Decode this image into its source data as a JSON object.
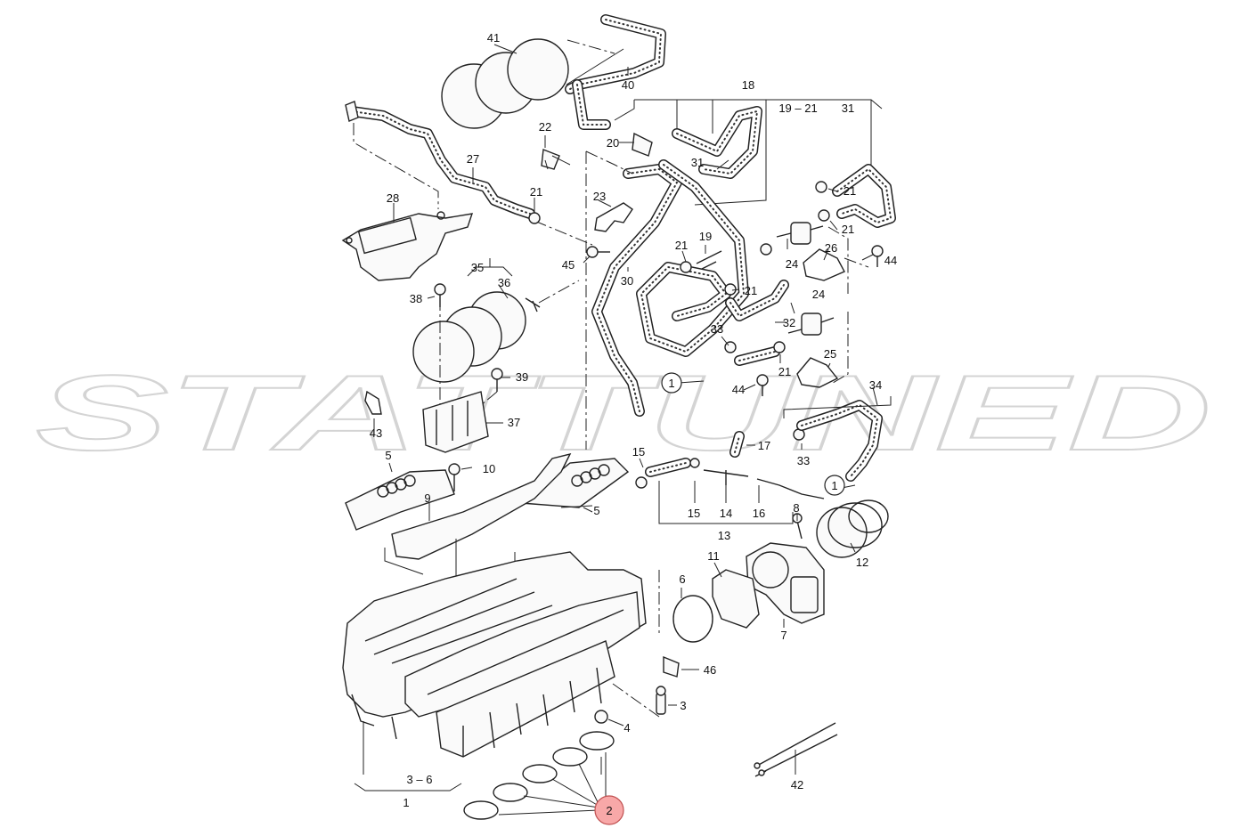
{
  "watermark": "STATTUNED",
  "callouts": [
    {
      "id": "c41",
      "text": "41"
    },
    {
      "id": "c40",
      "text": "40"
    },
    {
      "id": "c18",
      "text": "18"
    },
    {
      "id": "c19_21",
      "text": "19 – 21"
    },
    {
      "id": "c31a",
      "text": "31"
    },
    {
      "id": "c22",
      "text": "22"
    },
    {
      "id": "c20",
      "text": "20"
    },
    {
      "id": "c31b",
      "text": "31"
    },
    {
      "id": "c27",
      "text": "27"
    },
    {
      "id": "c28",
      "text": "28"
    },
    {
      "id": "c21a",
      "text": "21"
    },
    {
      "id": "c23",
      "text": "23"
    },
    {
      "id": "c21b",
      "text": "21"
    },
    {
      "id": "c21c",
      "text": "21"
    },
    {
      "id": "c24a",
      "text": "24"
    },
    {
      "id": "c26",
      "text": "26"
    },
    {
      "id": "c44a",
      "text": "44"
    },
    {
      "id": "c45",
      "text": "45"
    },
    {
      "id": "c21d",
      "text": "21"
    },
    {
      "id": "c19",
      "text": "19"
    },
    {
      "id": "c35",
      "text": "35"
    },
    {
      "id": "c36",
      "text": "36"
    },
    {
      "id": "c30",
      "text": "30"
    },
    {
      "id": "c21e",
      "text": "21"
    },
    {
      "id": "c38",
      "text": "38"
    },
    {
      "id": "c24b",
      "text": "24"
    },
    {
      "id": "c32",
      "text": "32"
    },
    {
      "id": "c33a",
      "text": "33"
    },
    {
      "id": "c21f",
      "text": "21"
    },
    {
      "id": "c25",
      "text": "25"
    },
    {
      "id": "c39",
      "text": "39"
    },
    {
      "id": "c1a",
      "text": "1"
    },
    {
      "id": "c44b",
      "text": "44"
    },
    {
      "id": "c34",
      "text": "34"
    },
    {
      "id": "c43",
      "text": "43"
    },
    {
      "id": "c37",
      "text": "37"
    },
    {
      "id": "c17",
      "text": "17"
    },
    {
      "id": "c33b",
      "text": "33"
    },
    {
      "id": "c5a",
      "text": "5"
    },
    {
      "id": "c10",
      "text": "10"
    },
    {
      "id": "c15a",
      "text": "15"
    },
    {
      "id": "c1b",
      "text": "1"
    },
    {
      "id": "c9",
      "text": "9"
    },
    {
      "id": "c5b",
      "text": "5"
    },
    {
      "id": "c15b",
      "text": "15"
    },
    {
      "id": "c14",
      "text": "14"
    },
    {
      "id": "c16",
      "text": "16"
    },
    {
      "id": "c8",
      "text": "8"
    },
    {
      "id": "c13",
      "text": "13"
    },
    {
      "id": "c12",
      "text": "12"
    },
    {
      "id": "c11",
      "text": "11"
    },
    {
      "id": "c6",
      "text": "6"
    },
    {
      "id": "c7",
      "text": "7"
    },
    {
      "id": "c46",
      "text": "46"
    },
    {
      "id": "c3",
      "text": "3"
    },
    {
      "id": "c4",
      "text": "4"
    },
    {
      "id": "c3_6",
      "text": "3 – 6"
    },
    {
      "id": "c1c",
      "text": "1"
    },
    {
      "id": "c42",
      "text": "42"
    },
    {
      "id": "c2",
      "text": "2"
    }
  ]
}
